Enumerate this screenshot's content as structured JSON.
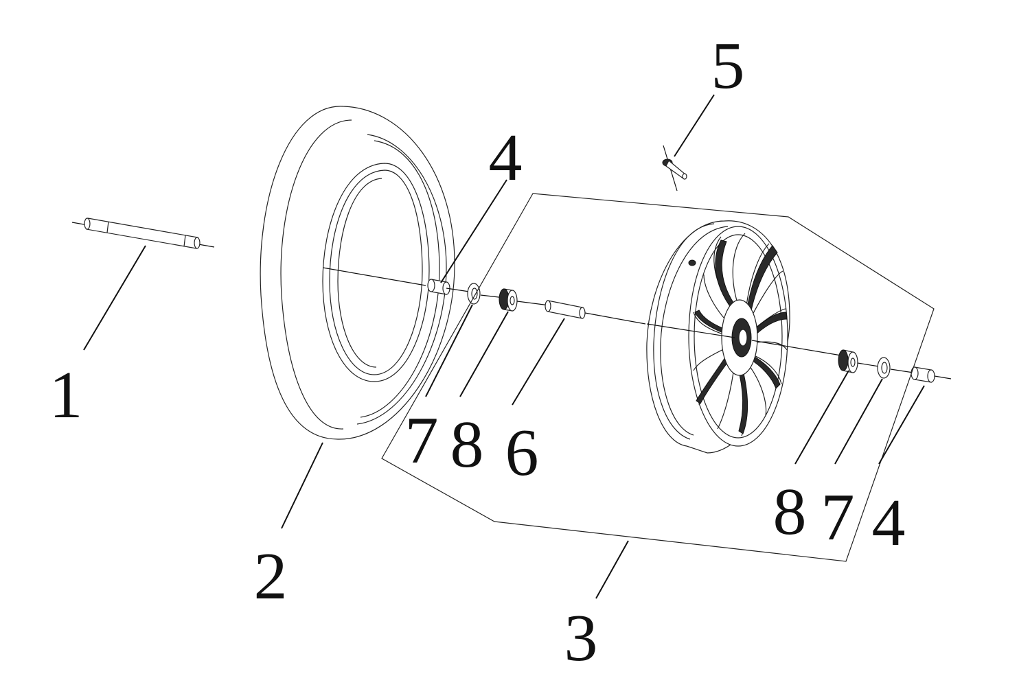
{
  "diagram": {
    "callouts": [
      {
        "id": "axle",
        "number": "1"
      },
      {
        "id": "tire",
        "number": "2"
      },
      {
        "id": "wheel-assembly",
        "number": "3"
      },
      {
        "id": "spacer-left",
        "number": "4"
      },
      {
        "id": "valve",
        "number": "5"
      },
      {
        "id": "bearing-sleeve",
        "number": "6"
      },
      {
        "id": "seal-left",
        "number": "7"
      },
      {
        "id": "bearing-left",
        "number": "8"
      },
      {
        "id": "bearing-right",
        "number": "8"
      },
      {
        "id": "seal-right",
        "number": "7"
      },
      {
        "id": "spacer-right",
        "number": "4"
      }
    ]
  }
}
